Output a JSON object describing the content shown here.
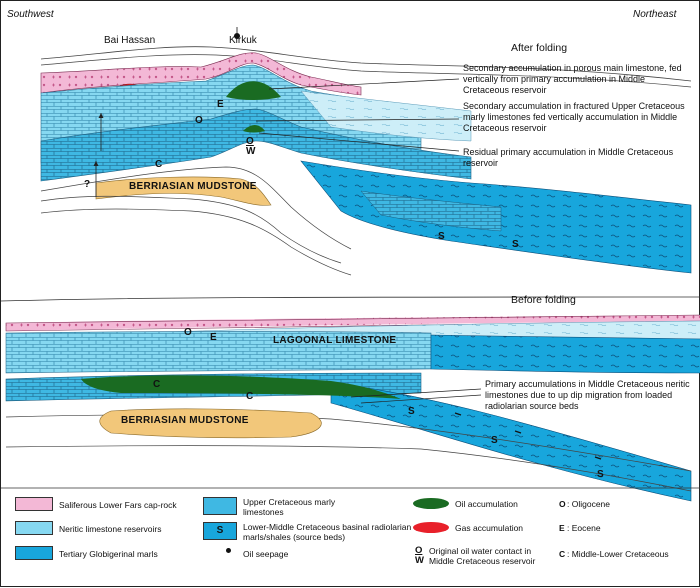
{
  "directions": {
    "left": "Southwest",
    "right": "Northeast"
  },
  "places": {
    "bai_hassan": "Bai Hassan",
    "kirkuk": "Kirkuk"
  },
  "top_section": {
    "title": "After folding",
    "notes": [
      "Secondary accumulation in porous main limestone, fed vertically from primary accumulation in Middle Cretaceous reservoir",
      "Secondary accumulation in fractured Upper Cretaceous marly limestones fed vertically accumulation in Middle Cretaceous reservoir",
      "Residual primary accumulation in Middle Cretaceous reservoir"
    ],
    "unit_labels": {
      "o": "O",
      "e": "E",
      "ow_o": "O",
      "ow_w": "W",
      "c": "C",
      "s1": "S",
      "s2": "S",
      "q": "?"
    },
    "berriasian": "BERRIASIAN MUDSTONE"
  },
  "bottom_section": {
    "title": "Before folding",
    "lagoonal": "LAGOONAL LIMESTONE",
    "unit_labels": {
      "o": "O",
      "e": "E",
      "c1": "C",
      "c2": "C",
      "s1": "S",
      "s2": "S",
      "s3": "S"
    },
    "note": "Primary accumulations in Middle Cretaceous neritic limestones due to up dip migration from loaded radiolarian source beds",
    "berriasian": "BERRIASIAN MUDSTONE"
  },
  "legend": {
    "items": [
      {
        "label": "Saliferous Lower Fars cap-rock"
      },
      {
        "label": "Neritic limestone reservoirs"
      },
      {
        "label": "Tertiary Globigerinal marls"
      },
      {
        "label": "Upper Cretaceous marly limestones"
      },
      {
        "label": "Lower-Middle Cretaceous basinal radiolarian marls/shales (source beds)",
        "symbol": "S"
      },
      {
        "label": "Oil seepage"
      },
      {
        "label": "Oil accumulation"
      },
      {
        "label": "Gas accumulation"
      },
      {
        "label": "Original oil water contact in Middle Cretaceous reservoir",
        "sym_o": "O",
        "sym_w": "W"
      }
    ],
    "abbrev": [
      {
        "key": "O",
        "label": ": Oligocene"
      },
      {
        "key": "E",
        "label": ": Eocene"
      },
      {
        "key": "C",
        "label": ": Middle-Lower Cretaceous"
      }
    ]
  },
  "colors": {
    "caprock": "#f2b5d4",
    "limestone": "#7fd6f0",
    "marl": "#c9ecf7",
    "source": "#19a7dc",
    "berriasian": "#f2c77a",
    "oil": "#1a6b22",
    "gas": "#e8202a",
    "line": "#333333"
  }
}
